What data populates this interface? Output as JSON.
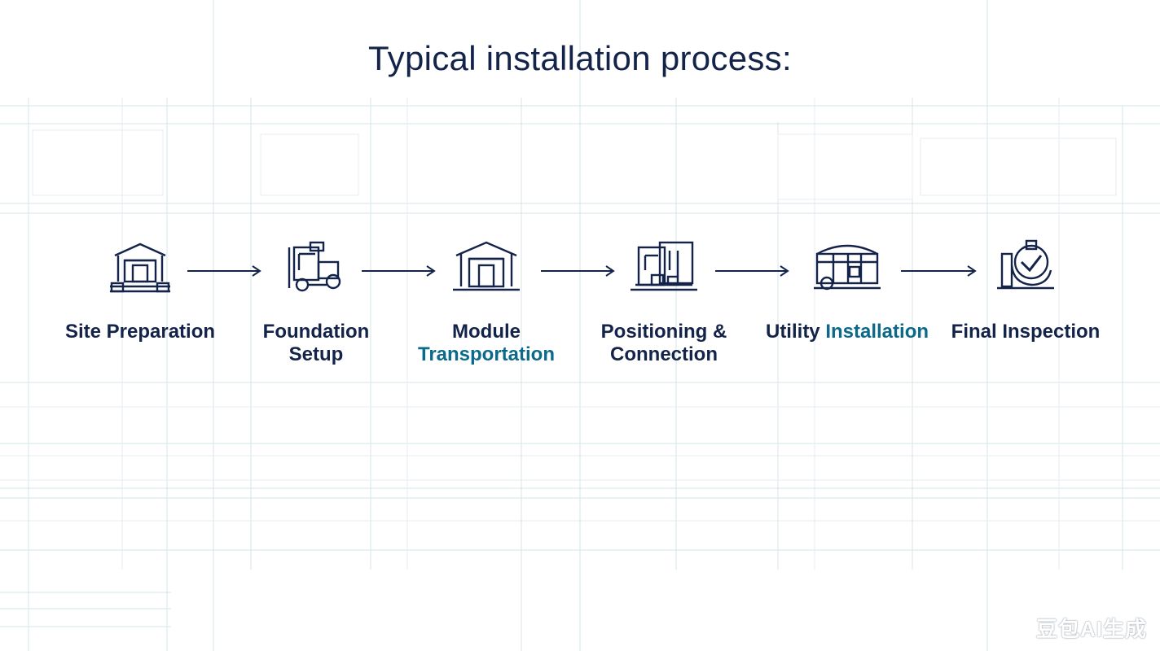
{
  "title": "Typical installation process:",
  "colors": {
    "primary": "#13234a",
    "accent": "#0b6a8a",
    "grid": "#cfe0e6"
  },
  "steps": [
    {
      "icon": "warehouse-icon",
      "line1": "Site Preparation",
      "line1_plain": "Site Preparation",
      "line1_accent": "",
      "line2": ""
    },
    {
      "icon": "machinery-icon",
      "line1": "Foundation",
      "line1_plain": "Foundation",
      "line1_accent": "",
      "line2": "Setup"
    },
    {
      "icon": "building-module-icon",
      "line1": "Module",
      "line1_plain": "Module",
      "line1_accent": "",
      "line2": "Transportation"
    },
    {
      "icon": "connection-structure-icon",
      "line1": "Positioning &",
      "line1_plain": "Positioning &",
      "line1_accent": "",
      "line2": "Connection"
    },
    {
      "icon": "utility-vehicle-icon",
      "line1": "Utility Installation",
      "line1_plain": "Utility",
      "line1_accent": "Installation",
      "line2": ""
    },
    {
      "icon": "inspection-check-icon",
      "line1": "Final Inspection",
      "line1_plain": "Final Inspection",
      "line1_accent": "",
      "line2": ""
    }
  ],
  "watermark": "豆包AI生成"
}
